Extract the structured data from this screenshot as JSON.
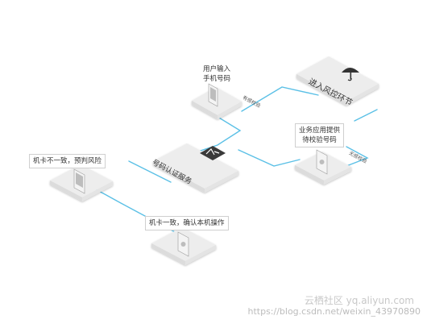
{
  "nodes": {
    "user_input": {
      "line1": "用户输入",
      "line2": "手机号码"
    },
    "risk_stage": {
      "label": "进入风控环节"
    },
    "business_app": {
      "line1": "业务应用提供",
      "line2": "待校验号码"
    },
    "auth_service": {
      "label": "号码认证服务"
    },
    "mismatch": {
      "label": "机卡不一致，预判风险"
    },
    "match": {
      "label": "机卡一致，确认本机操作"
    }
  },
  "edges": {
    "suspicious_check": "有感校验",
    "silent_check": "无感校验"
  },
  "watermark": {
    "line1": "云栖社区 yq.aliyun.com",
    "line2": "https://blog.csdn.net/weixin_43970890"
  },
  "colors": {
    "connector": "#5bc0e6",
    "platform_top": "#ededed",
    "platform_side": "#dcdcdc",
    "dark_tile": "#3a3a3a",
    "phone_body": "#f4f4f4",
    "phone_screen": "#bdbdbd"
  }
}
